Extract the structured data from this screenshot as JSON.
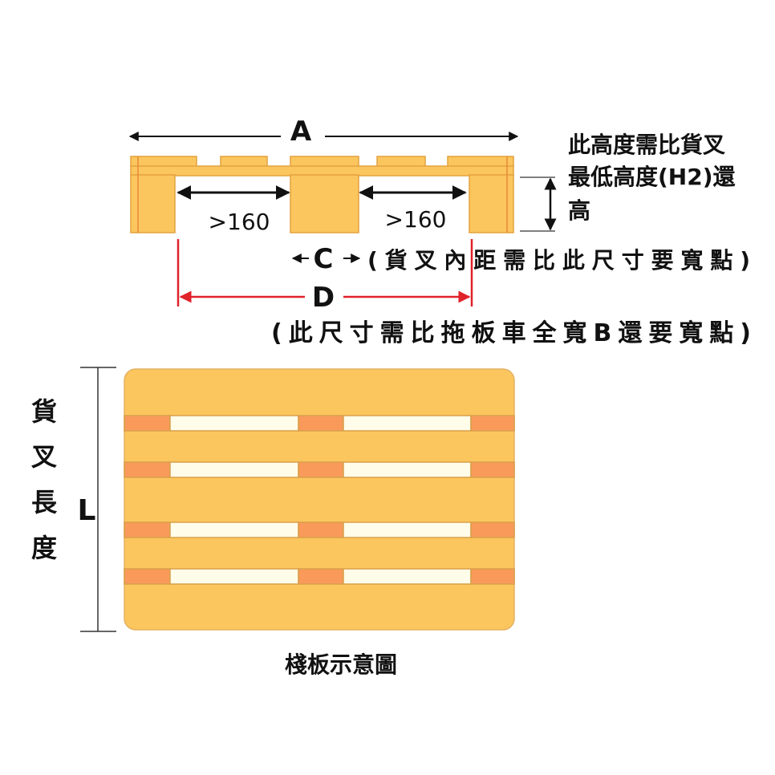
{
  "side_view": {
    "label_a": "A",
    "gap_left": ">160",
    "gap_right": ">160",
    "height_note": [
      "此高度需比貨叉",
      "最低高度(H2)還",
      "高"
    ],
    "label_c": "C",
    "note_c": "(貨叉內距需比此尺寸要寬點)",
    "label_d": "D",
    "note_d": "(此尺寸需比拖板車全寬B還要寬點)"
  },
  "top_view": {
    "side_label_chars": [
      "貨",
      "叉",
      "長",
      "度"
    ],
    "label_l": "L",
    "caption": "棧板示意圖"
  },
  "colors": {
    "wood": "#FCC65E",
    "wood_edge": "#E3A23E",
    "block": "#F99A5A",
    "gap": "#FFFCEA",
    "red": "#E0222A"
  }
}
